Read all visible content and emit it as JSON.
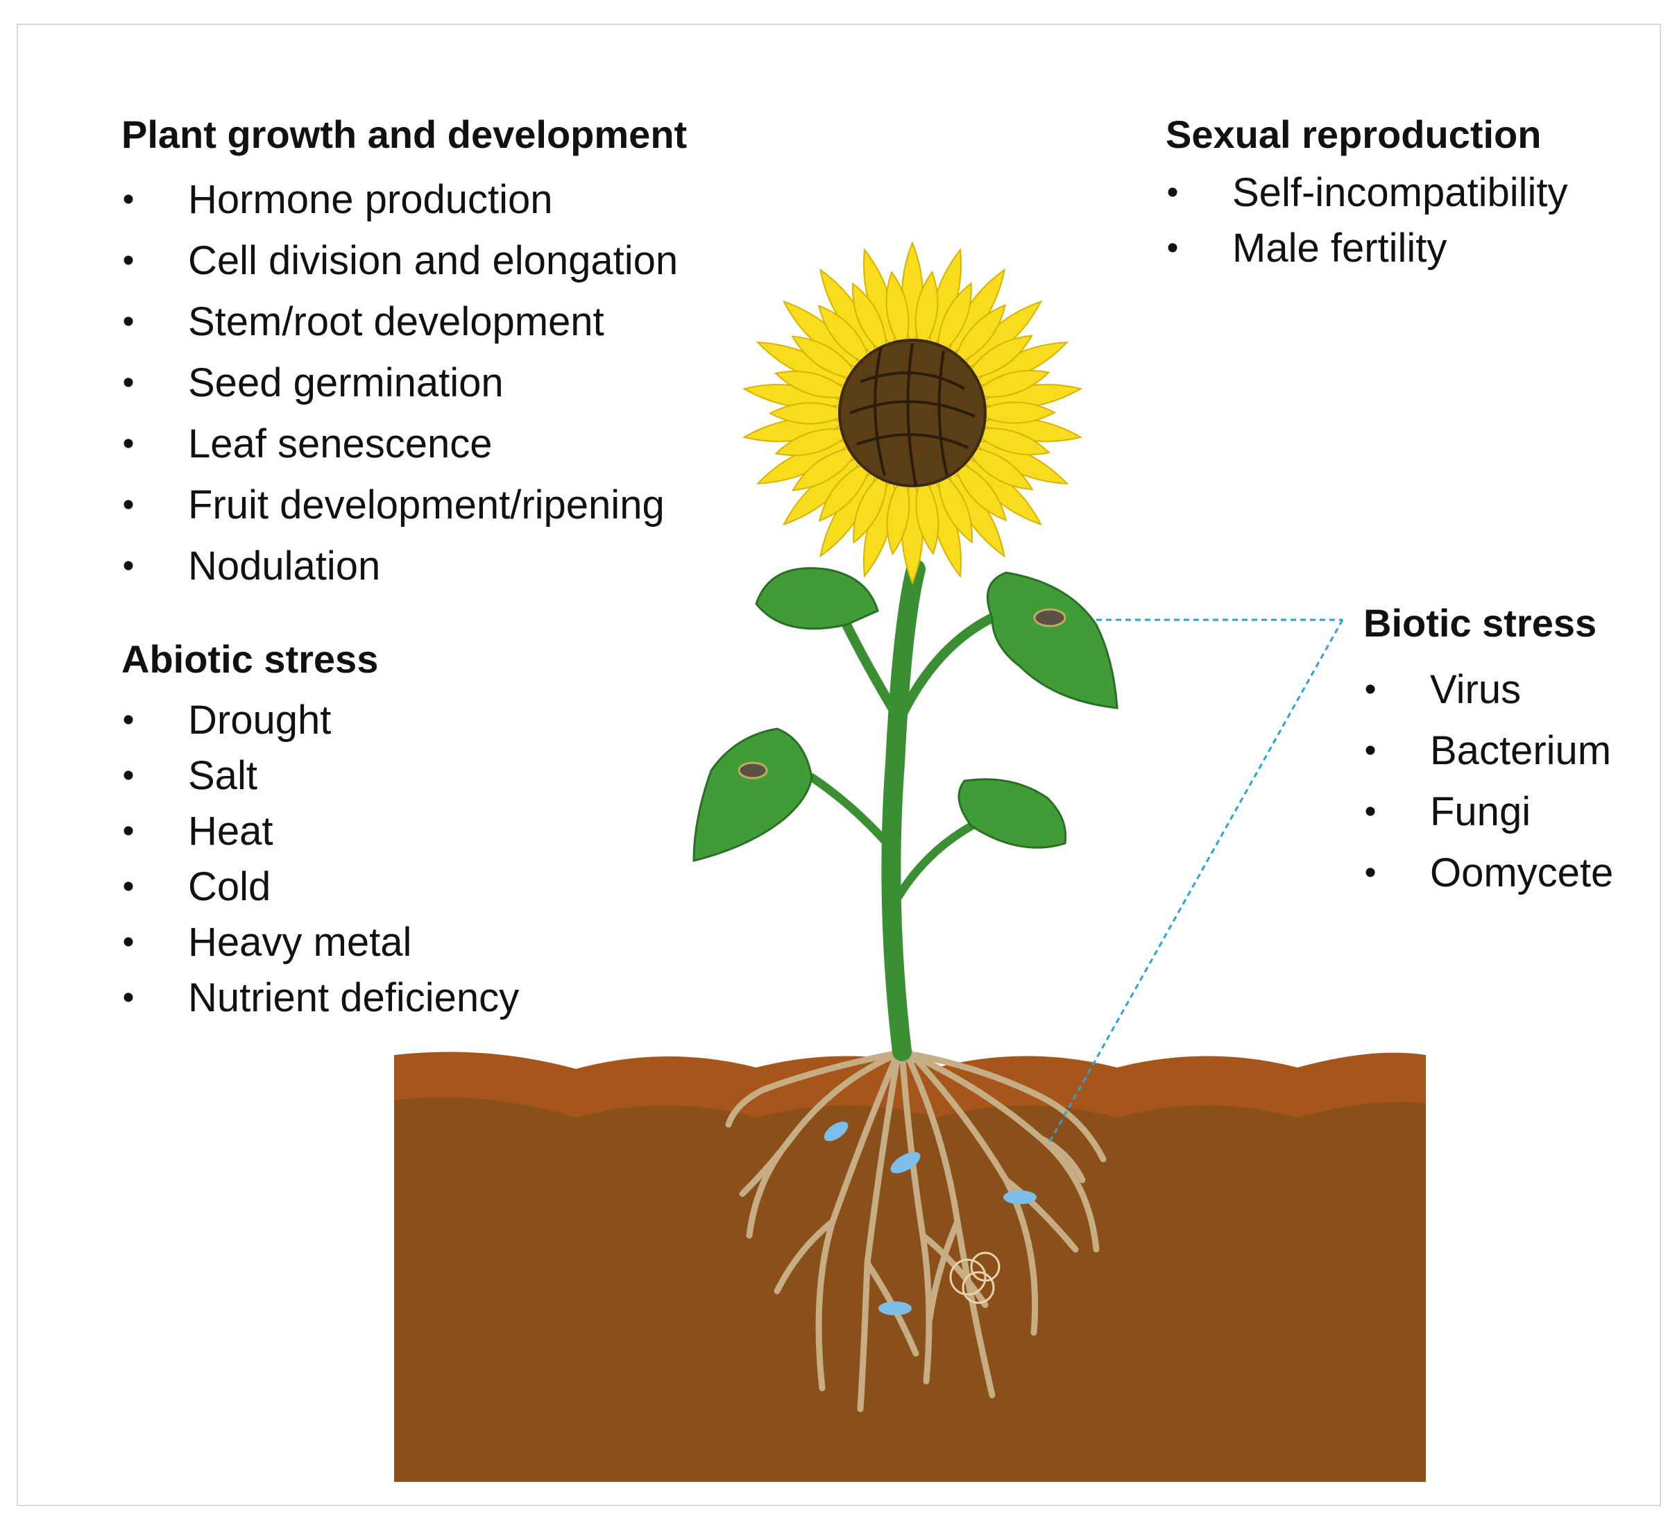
{
  "plant_growth": {
    "heading": "Plant growth and development",
    "items": [
      "Hormone production",
      "Cell division and elongation",
      "Stem/root development",
      "Seed germination",
      "Leaf senescence",
      "Fruit development/ripening",
      "Nodulation"
    ]
  },
  "abiotic_stress": {
    "heading": "Abiotic stress",
    "items": [
      "Drought",
      "Salt",
      "Heat",
      "Cold",
      "Heavy metal",
      "Nutrient deficiency"
    ]
  },
  "sexual_reproduction": {
    "heading": "Sexual reproduction",
    "items": [
      "Self-incompatibility",
      "Male fertility"
    ]
  },
  "biotic_stress": {
    "heading": "Biotic stress",
    "items": [
      "Virus",
      "Bacterium",
      "Fungi",
      "Oomycete"
    ]
  },
  "bullet_glyph": "•",
  "colors": {
    "petal": "#f7dd1e",
    "petal_edge": "#d9b300",
    "flower_center": "#5b3d16",
    "leaf": "#3f9c36",
    "leaf_dark": "#2b6e27",
    "stem": "#3a8f33",
    "soil_top": "#a6561a",
    "soil": "#8b5019",
    "root": "#c6ad84",
    "microbe": "#7bbfe8",
    "connector": "#2aa4d6"
  }
}
